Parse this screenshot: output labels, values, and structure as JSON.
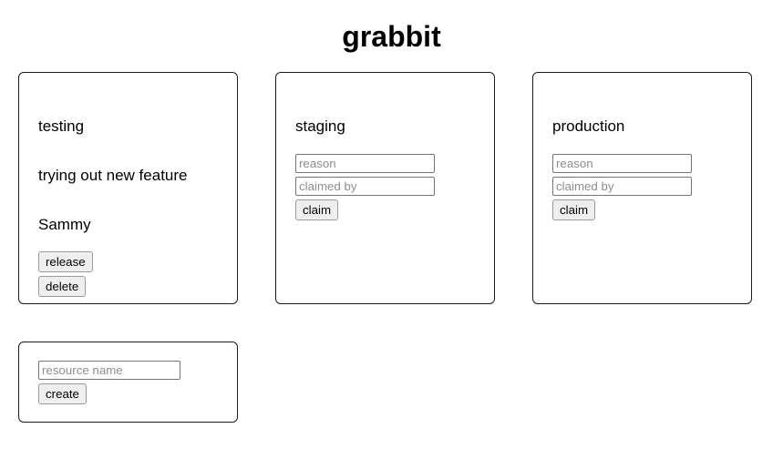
{
  "app": {
    "title": "grabbit"
  },
  "resources": [
    {
      "name": "testing",
      "state": "claimed",
      "reason": "trying out new feature",
      "claimed_by": "Sammy",
      "release_label": "release",
      "delete_label": "delete"
    },
    {
      "name": "staging",
      "state": "free",
      "reason_placeholder": "reason",
      "claimed_by_placeholder": "claimed by",
      "reason_value": "",
      "claimed_by_value": "",
      "claim_label": "claim"
    },
    {
      "name": "production",
      "state": "free",
      "reason_placeholder": "reason",
      "claimed_by_placeholder": "claimed by",
      "reason_value": "",
      "claimed_by_value": "",
      "claim_label": "claim"
    }
  ],
  "create": {
    "resource_name_placeholder": "resource name",
    "resource_name_value": "",
    "create_label": "create"
  },
  "colors": {
    "page_background": "#ffffff",
    "card_border": "#1a1a1a",
    "input_border": "#767676",
    "placeholder_text": "#8e8e8e",
    "button_face": "#efefef",
    "button_border": "#9a9a9a",
    "text": "#000000"
  }
}
